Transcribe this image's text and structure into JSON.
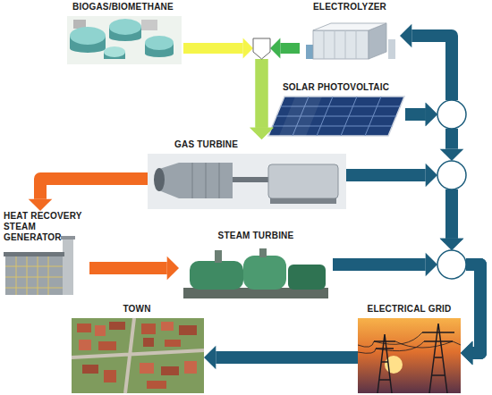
{
  "diagram": {
    "nodes": [
      {
        "text": [
          "BIOGAS/BIOMETHANE"
        ]
      },
      {
        "text": [
          "ELECTROLYZER"
        ]
      },
      {
        "text": [
          "SOLAR PHOTOVOLTAIC"
        ]
      },
      {
        "text": [
          "GAS TURBINE"
        ]
      },
      {
        "text": [
          "HEAT RECOVERY STEAM GENERATOR"
        ]
      },
      {
        "text": [
          "STEAM TURBINE"
        ]
      },
      {
        "text": [
          "TOWN"
        ]
      },
      {
        "text": [
          "ELECTRICAL GRID"
        ]
      }
    ],
    "edges": [
      {
        "from": 0,
        "to": 3,
        "arrow": "to"
      },
      {
        "from": 1,
        "to": 3,
        "arrow": "to"
      },
      {
        "from": 2,
        "to": 1,
        "arrow": "to"
      },
      {
        "from": 2,
        "to": 7,
        "arrow": "to"
      },
      {
        "from": 3,
        "to": 7,
        "arrow": "to"
      },
      {
        "from": 3,
        "to": 4,
        "arrow": "to"
      },
      {
        "from": 4,
        "to": 5,
        "arrow": "to"
      },
      {
        "from": 5,
        "to": 7,
        "arrow": "to"
      },
      {
        "from": 7,
        "to": 6,
        "arrow": "to"
      }
    ]
  }
}
